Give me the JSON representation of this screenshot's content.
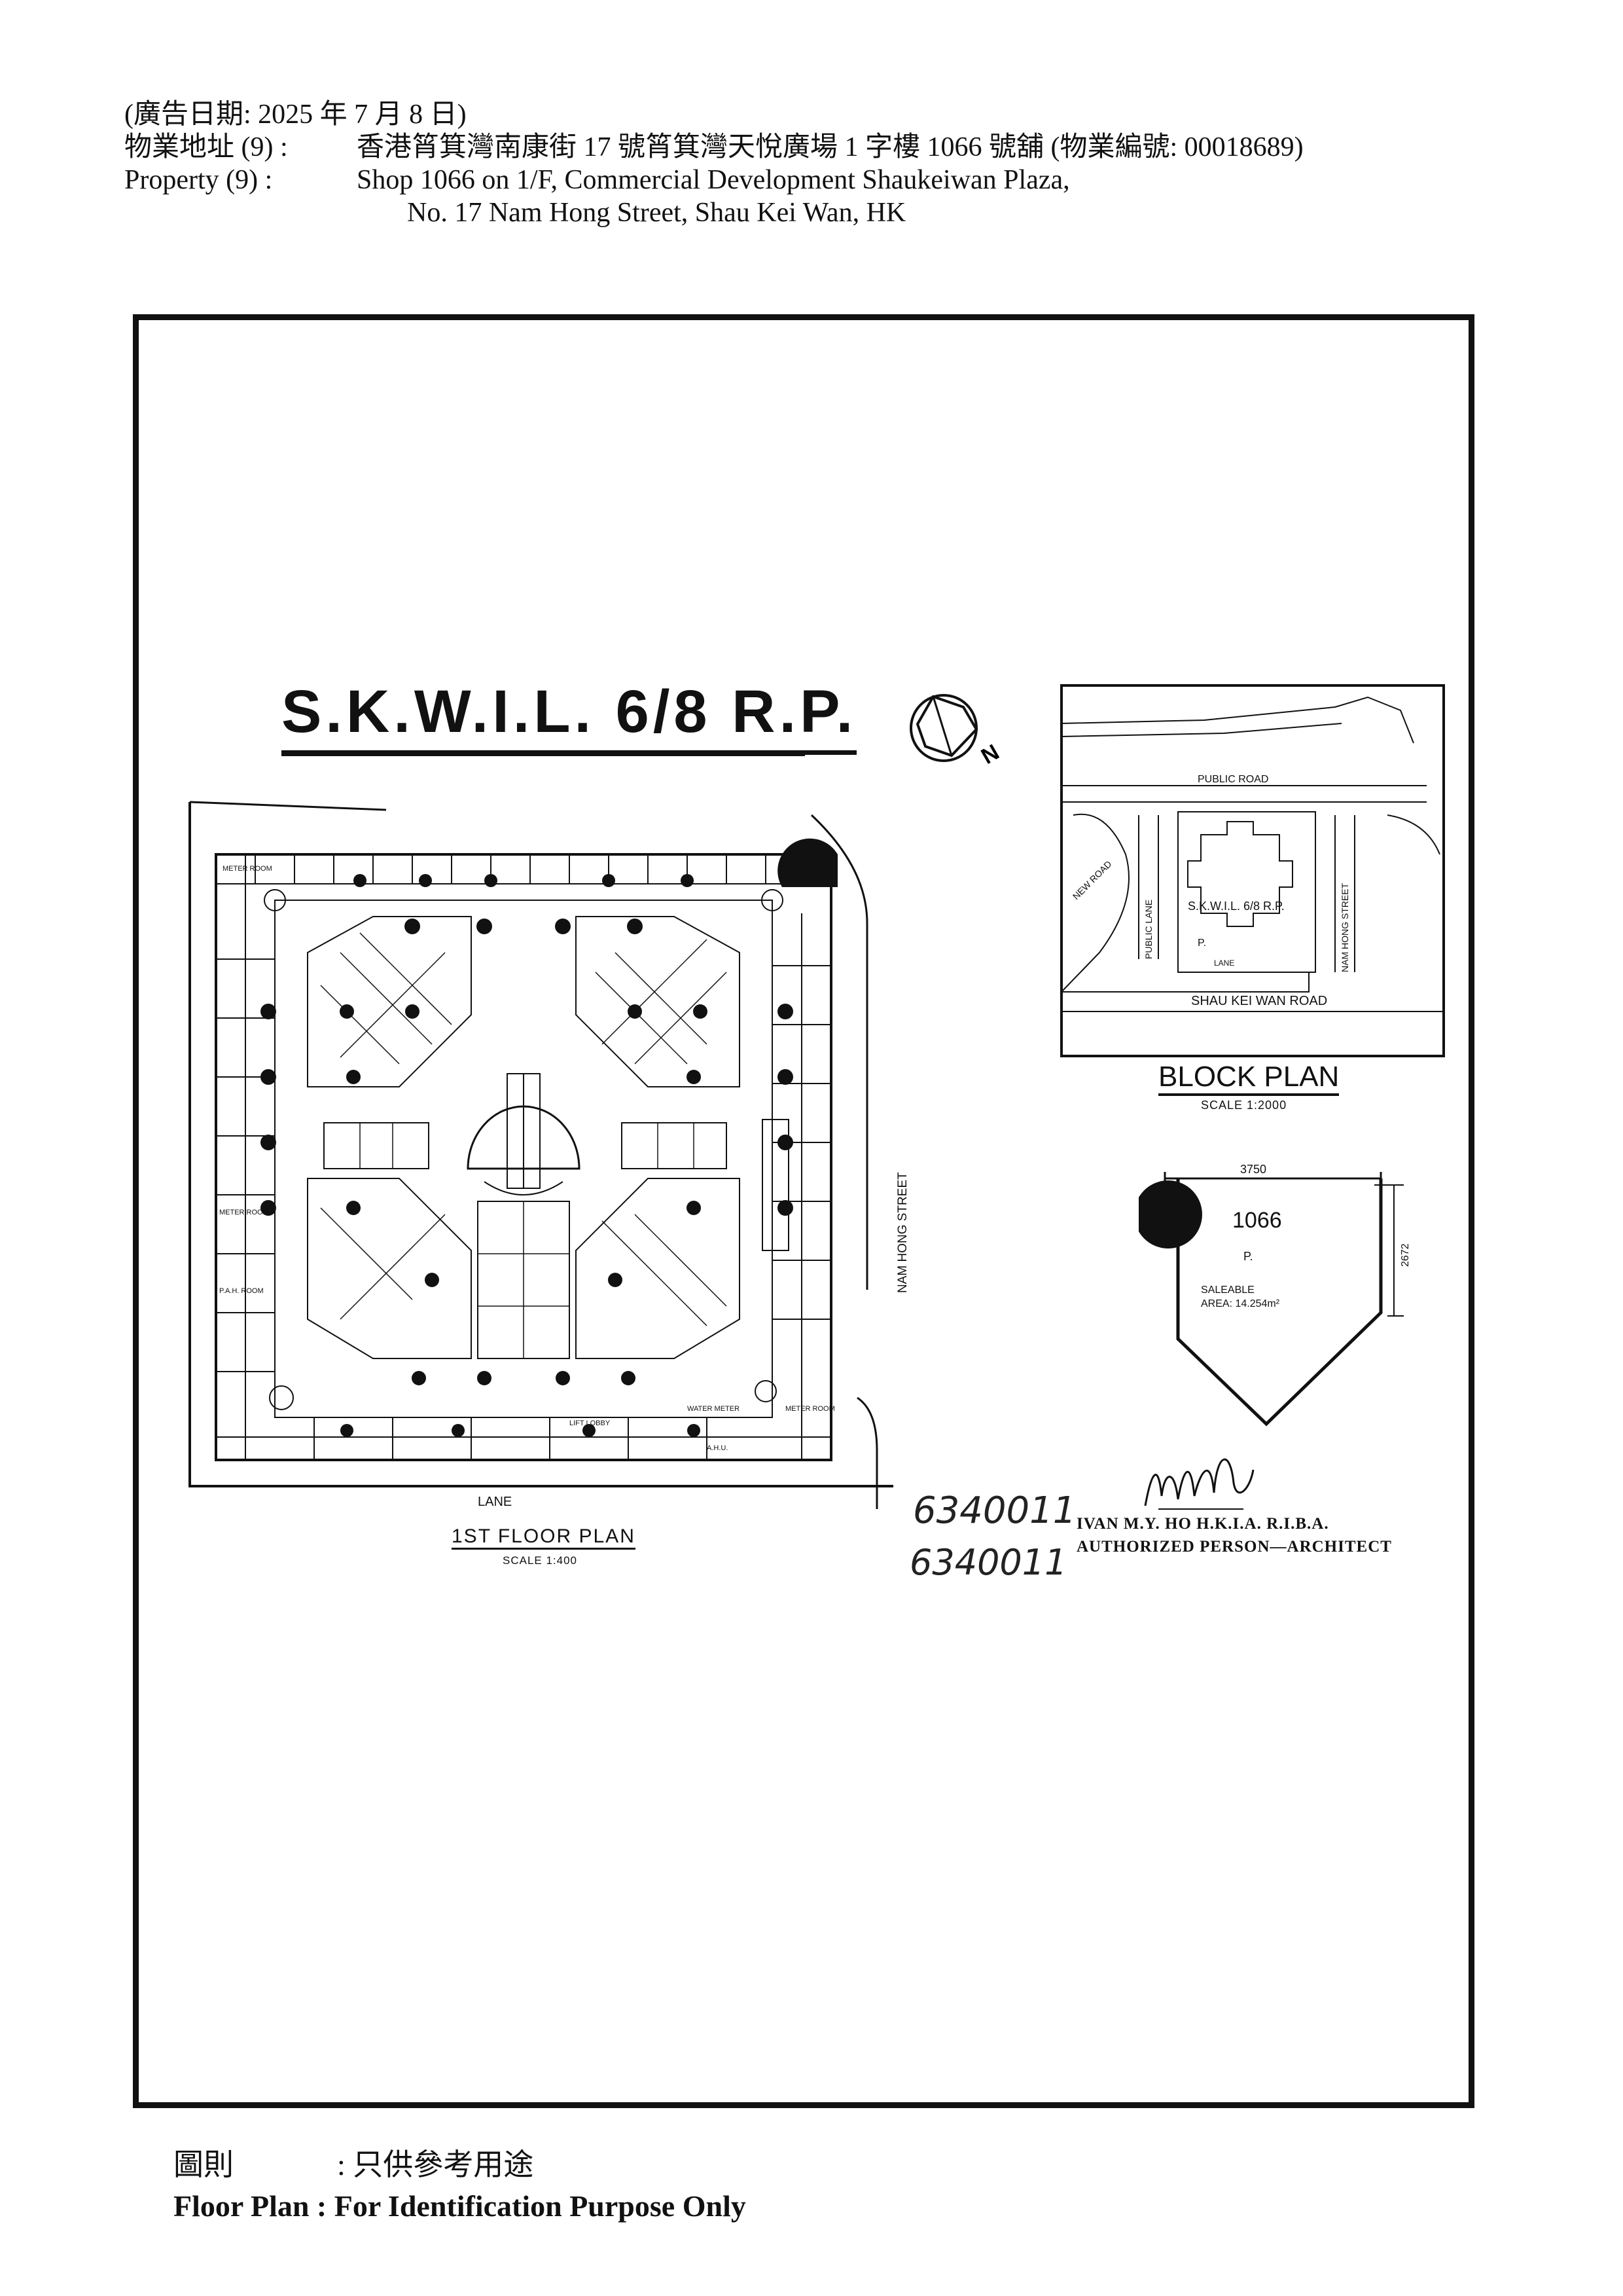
{
  "header": {
    "line1": "(廣告日期:  2025 年 7 月 8 日)",
    "line2_label": "物業地址  (9) :",
    "line2_value": "香港筲箕灣南康街 17 號筲箕灣天悅廣場 1 字樓 1066 號舖 (物業編號: 00018689)",
    "line3_label": "Property    (9) :",
    "line3_value": "Shop 1066 on 1/F, Commercial Development Shaukeiwan Plaza,",
    "line4_value": "No. 17 Nam Hong Street, Shau Kei Wan, HK"
  },
  "drawing": {
    "title": "S.K.W.I.L. 6/8 R.P.",
    "north_label": "N",
    "floor_plan": {
      "caption": "1ST FLOOR PLAN",
      "scale": "SCALE  1:400",
      "lane_label": "LANE",
      "street_label": "NAM HONG STREET",
      "room_labels": [
        "METER ROOM",
        "METER ROOM",
        "P.A.H. ROOM",
        "WATER METER",
        "METER ROOM",
        "LIFT LOBBY",
        "A.H.U."
      ]
    },
    "block_plan": {
      "caption": "BLOCK PLAN",
      "scale": "SCALE  1:2000",
      "public_road": "PUBLIC ROAD",
      "new_road": "NEW ROAD",
      "public_lane": "PUBLIC LANE",
      "lot": "S.K.W.I.L. 6/8 R.P.",
      "p_label": "P.",
      "lane": "LANE",
      "nam_hong_street": "NAM HONG STREET",
      "shau_kei_wan_road": "SHAU KEI WAN ROAD"
    },
    "shop_detail": {
      "shop_no": "1066",
      "p_label": "P.",
      "dim_width": "3750",
      "dim_depth": "2672",
      "area_label": "SALEABLE",
      "area_value": "AREA: 14.254m²"
    },
    "handwritten_1": "6340011",
    "handwritten_2": "6340011",
    "architect_line1": "IVAN M.Y. HO  H.K.I.A.  R.I.B.A.",
    "architect_line2": "AUTHORIZED PERSON—ARCHITECT"
  },
  "footer": {
    "cn_label": "圖則",
    "cn_value": ": 只供參考用途",
    "en_text": "Floor Plan : For Identification Purpose Only"
  }
}
